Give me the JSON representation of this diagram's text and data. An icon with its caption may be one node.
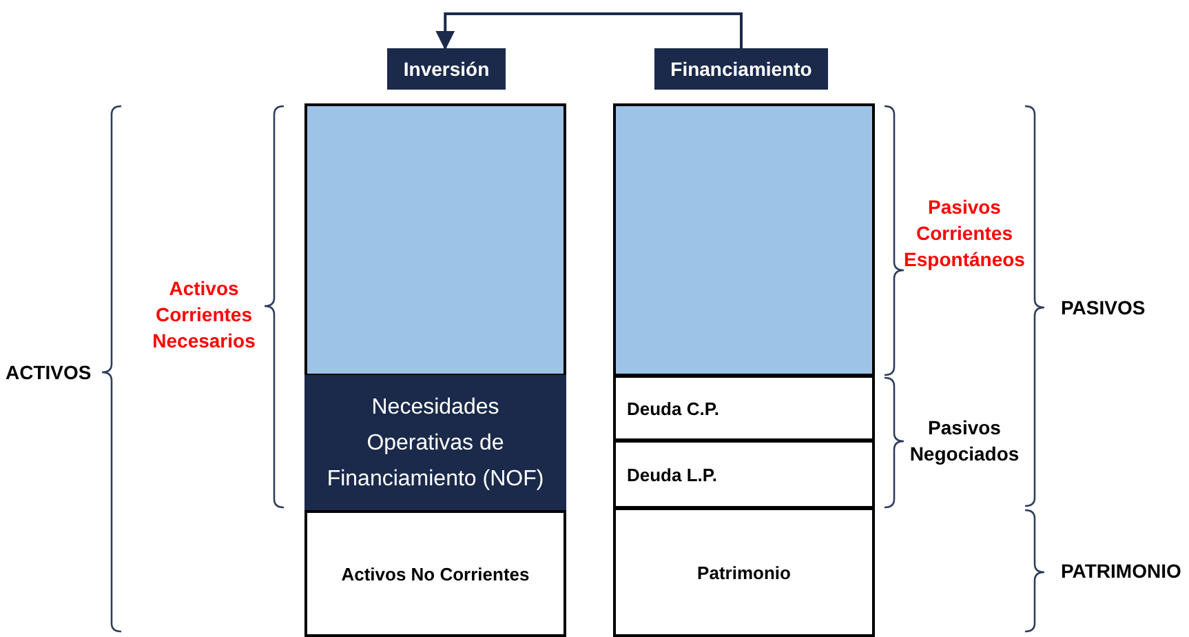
{
  "diagram": {
    "nodes": [
      {
        "text": [
          "Inversión"
        ]
      },
      {
        "text": [
          "Financiamiento"
        ]
      },
      {
        "text": [],
        "shape": "box"
      },
      {
        "text": [
          "Necesidades Operativas de Financiamiento (NOF)"
        ]
      },
      {
        "text": [
          "Activos No Corrientes"
        ]
      },
      {
        "text": [],
        "shape": "box"
      },
      {
        "text": [
          "Deuda C.P."
        ]
      },
      {
        "text": [
          "Deuda L.P."
        ]
      },
      {
        "text": [
          "Patrimonio"
        ]
      }
    ],
    "edges": [
      {
        "from": 1,
        "to": 0,
        "arrow": "to"
      }
    ],
    "labels": [
      "Activos Corrientes Necesarios",
      "ACTIVOS",
      "Pasivos Corrientes Espontáneos",
      "PASIVOS",
      "Pasivos Negociados",
      "PATRIMONIO"
    ]
  }
}
